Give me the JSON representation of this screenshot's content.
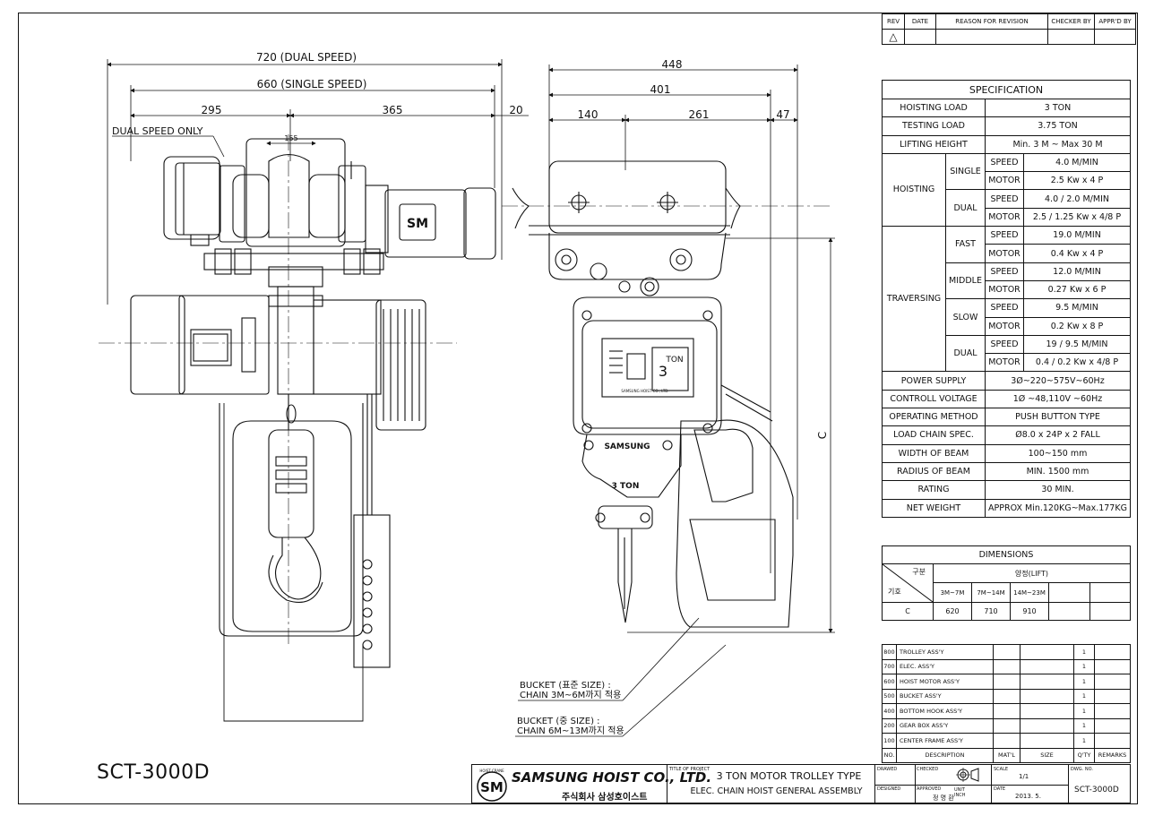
{
  "revision": {
    "headers": [
      "REV",
      "DATE",
      "REASON FOR REVISION",
      "CHECKER BY",
      "APPR'D BY"
    ],
    "rev_symbol": "△"
  },
  "front_view": {
    "dim_dual_speed": "720 (DUAL SPEED)",
    "dim_single_speed": "660 (SINGLE SPEED)",
    "dim_left": "295",
    "dim_right": "365",
    "dim_offset": "20",
    "dim_155": "155",
    "dual_speed_only": "DUAL SPEED ONLY",
    "logo_text": "SM"
  },
  "side_view": {
    "dim_total": "448",
    "dim_401": "401",
    "dim_140": "140",
    "dim_261": "261",
    "dim_47": "47",
    "dim_c": "C",
    "ton_number": "3",
    "ton_label": "TON",
    "brand": "SAMSUNG",
    "capacity_mark": "3 TON",
    "plate_maker": "SAMSUNG HOIST CO., LTD."
  },
  "bucket_notes": {
    "standard_title": "BUCKET (표준 SIZE) :",
    "standard_text": "CHAIN 3M~6M까지 적용",
    "medium_title": "BUCKET (중 SIZE) :",
    "medium_text": "CHAIN 6M~13M까지 적용"
  },
  "specification": {
    "title": "SPECIFICATION",
    "hoisting_load_label": "HOISTING LOAD",
    "hoisting_load": "3  TON",
    "testing_load_label": "TESTING LOAD",
    "testing_load": "3.75  TON",
    "lifting_height_label": "LIFTING HEIGHT",
    "lifting_height": "Min. 3 M ~ Max 30 M",
    "hoisting_label": "HOISTING",
    "single_label": "SINGLE",
    "dual_label": "DUAL",
    "speed_label": "SPEED",
    "motor_label": "MOTOR",
    "h_single_speed": "4.0  M/MIN",
    "h_single_motor": "2.5 Kw x 4 P",
    "h_dual_speed": "4.0 / 2.0  M/MIN",
    "h_dual_motor": "2.5 / 1.25 Kw x 4/8 P",
    "traversing_label": "TRAVERSING",
    "fast_label": "FAST",
    "middle_label": "MIDDLE",
    "slow_label": "SLOW",
    "t_fast_speed": "19.0 M/MIN",
    "t_fast_motor": "0.4 Kw x 4 P",
    "t_middle_speed": "12.0 M/MIN",
    "t_middle_motor": "0.27 Kw x 6 P",
    "t_slow_speed": "9.5 M/MIN",
    "t_slow_motor": "0.2 Kw x 8 P",
    "t_dual_speed": "19 / 9.5 M/MIN",
    "t_dual_motor": "0.4 / 0.2 Kw x 4/8 P",
    "power_supply_label": "POWER SUPPLY",
    "power_supply": "3Ø~220~575V~60Hz",
    "control_voltage_label": "CONTROLL VOLTAGE",
    "control_voltage": "1Ø ~48,110V ~60Hz",
    "operating_method_label": "OPERATING METHOD",
    "operating_method": "PUSH BUTTON TYPE",
    "load_chain_label": "LOAD CHAIN SPEC.",
    "load_chain": "Ø8.0 x 24P x 2 FALL",
    "width_beam_label": "WIDTH OF BEAM",
    "width_beam": "100~150 mm",
    "radius_beam_label": "RADIUS OF BEAM",
    "radius_beam": "MIN. 1500 mm",
    "rating_label": "RATING",
    "rating": "30 MIN.",
    "net_weight_label": "NET WEIGHT",
    "net_weight": "APPROX  Min.120KG~Max.177KG"
  },
  "dimensions": {
    "title": "DIMENSIONS",
    "corner_top": "구분",
    "corner_bottom": "기호",
    "group": "양정(LIFT)",
    "cols": [
      "3M~7M",
      "7M~14M",
      "14M~23M"
    ],
    "row_label": "C",
    "values": [
      "620",
      "710",
      "910"
    ]
  },
  "bom": {
    "rows": [
      {
        "no": "800",
        "desc": "TROLLEY ASS'Y",
        "qty": "1"
      },
      {
        "no": "700",
        "desc": "ELEC. ASS'Y",
        "qty": "1"
      },
      {
        "no": "600",
        "desc": "HOIST MOTOR ASS'Y",
        "qty": "1"
      },
      {
        "no": "500",
        "desc": "BUCKET ASS'Y",
        "qty": "1"
      },
      {
        "no": "400",
        "desc": "BOTTOM HOOK ASS'Y",
        "qty": "1"
      },
      {
        "no": "200",
        "desc": "GEAR BOX ASS'Y",
        "qty": "1"
      },
      {
        "no": "100",
        "desc": "CENTER FRAME ASS'Y",
        "qty": "1"
      }
    ],
    "headers": [
      "NO.",
      "DESCRIPTION",
      "MAT'L",
      "SIZE",
      "Q'TY",
      "REMARKS"
    ]
  },
  "model": "SCT-3000D",
  "title_block": {
    "company": "SAMSUNG HOIST CO., LTD.",
    "company_kr": "주식회사 삼성호이스트",
    "logo_top": "HOIST CRANE",
    "logo": "SM",
    "title_of_project_label": "TITLE OF PROJECT",
    "title_line1": "3 TON MOTOR TROLLEY TYPE",
    "title_line2": "ELEC. CHAIN HOIST GENERAL ASSEMBLY",
    "drawn_label": "DRAWED",
    "checked_label": "CHECKED",
    "designed_label": "DESIGNED",
    "approved_label": "APPROVED",
    "approved_name": "정 명 환",
    "scale_label": "SCALE",
    "scale": "1/1",
    "dwg_no_label": "DWG. NO.",
    "dwg_no": "SCT-3000D",
    "unit_label": "UNIT",
    "unit": "INCH",
    "date_label": "DATE",
    "date": "2013. 5."
  }
}
